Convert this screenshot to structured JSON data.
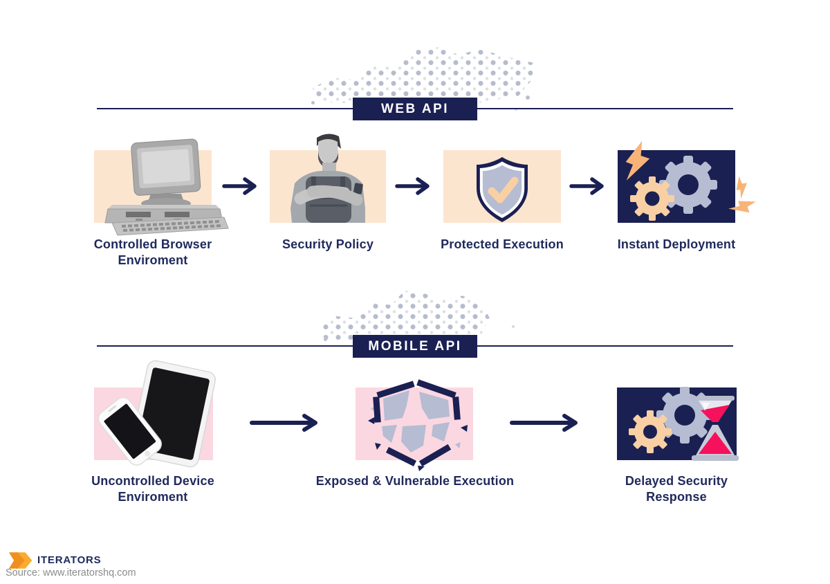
{
  "colors": {
    "navy": "#1a2052",
    "text_navy": "#20295c",
    "peach_tile": "#fce5cf",
    "pink_tile": "#fbd7e1",
    "lavender": "#b6bcd2",
    "peach_accent": "#f8d0a4",
    "orange_bolt": "#f8b478",
    "crimson": "#f5115c",
    "dot_gray": "#b9bfd0",
    "logo_orange_dark": "#ef8f1d",
    "logo_orange_light": "#fbab2e",
    "source_gray": "#8b8b8b"
  },
  "web_section": {
    "title": "WEB API",
    "steps": [
      {
        "label": "Controlled Browser Enviroment",
        "icon": "retro-computer-icon"
      },
      {
        "label": "Security Policy",
        "icon": "security-guard-icon"
      },
      {
        "label": "Protected Execution",
        "icon": "shield-check-icon"
      },
      {
        "label": "Instant Deployment",
        "icon": "gears-lightning-icon"
      }
    ]
  },
  "mobile_section": {
    "title": "MOBILE API",
    "steps": [
      {
        "label": "Uncontrolled Device Enviroment",
        "icon": "phone-tablet-icon"
      },
      {
        "label": "Exposed & Vulnerable Execution",
        "icon": "broken-shield-icon"
      },
      {
        "label": "Delayed Security Response",
        "icon": "gears-hourglass-icon"
      }
    ]
  },
  "footer": {
    "brand": "ITERATORS",
    "source": "Source: www.iteratorshq.com"
  }
}
